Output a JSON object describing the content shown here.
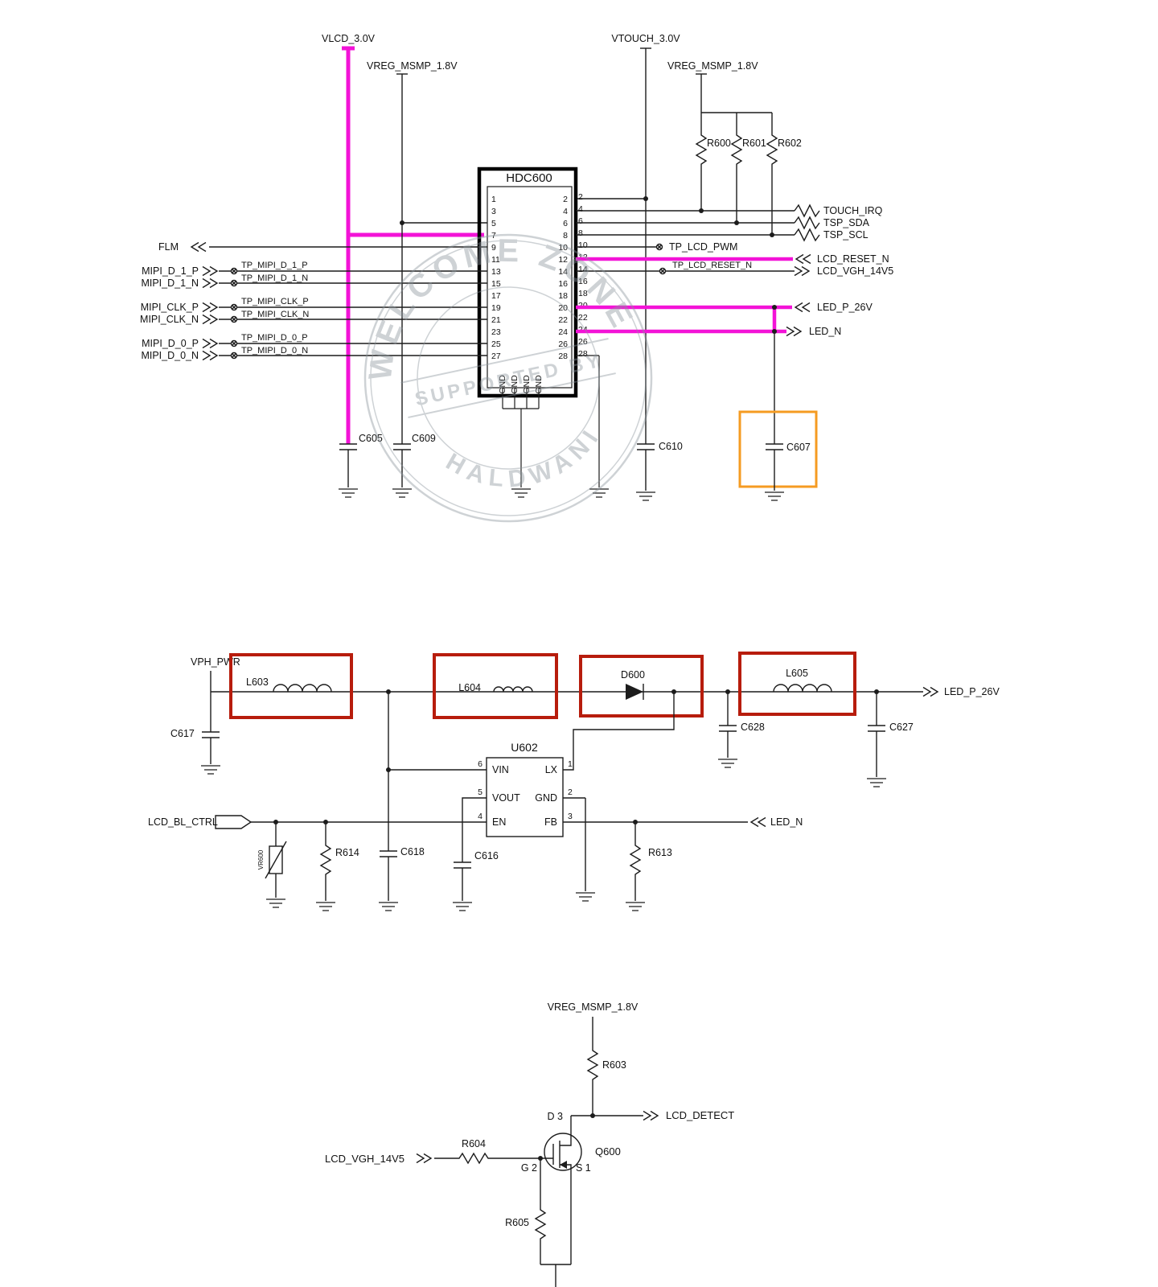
{
  "colors": {
    "wire": "#1c1c1c",
    "magenta_net": "#f313d7",
    "highlight_red_box": "#b71c0c",
    "highlight_orange_box": "#f59b22",
    "watermark_gray": "#8b959d"
  },
  "watermark": {
    "arc_top": "WELCOME ZONE",
    "banner": "SUPPORTED BY",
    "arc_bottom": "HALDWANI"
  },
  "top": {
    "rails": {
      "vlcd": "VLCD_3.0V",
      "vreg_left": "VREG_MSMP_1.8V",
      "vtouch": "VTOUCH_3.0V",
      "vreg_right": "VREG_MSMP_1.8V"
    },
    "pullups": {
      "r600": "R600",
      "r601": "R601",
      "r602": "R602"
    },
    "connector": {
      "name": "HDC600",
      "left_pins": [
        "1",
        "3",
        "5",
        "7",
        "9",
        "11",
        "13",
        "15",
        "17",
        "19",
        "21",
        "23",
        "25",
        "27"
      ],
      "right_pins": [
        "2",
        "4",
        "6",
        "8",
        "10",
        "12",
        "14",
        "16",
        "18",
        "20",
        "22",
        "24",
        "26",
        "28"
      ],
      "bottom_pins": [
        "GND",
        "GND",
        "GND",
        "GND"
      ]
    },
    "left": {
      "flm": "FLM",
      "mipi_d1_p": "MIPI_D_1_P",
      "mipi_d1_n": "MIPI_D_1_N",
      "tp_d1_p": "TP_MIPI_D_1_P",
      "tp_d1_n": "TP_MIPI_D_1_N",
      "mipi_clk_p": "MIPI_CLK_P",
      "mipi_clk_n": "MIPI_CLK_N",
      "tp_clk_p": "TP_MIPI_CLK_P",
      "tp_clk_n": "TP_MIPI_CLK_N",
      "mipi_d0_p": "MIPI_D_0_P",
      "mipi_d0_n": "MIPI_D_0_N",
      "tp_d0_p": "TP_MIPI_D_0_P",
      "tp_d0_n": "TP_MIPI_D_0_N"
    },
    "right": {
      "touch_irq": "TOUCH_IRQ",
      "tsp_sda": "TSP_SDA",
      "tsp_scl": "TSP_SCL",
      "tp_lcd_pwm": "TP_LCD_PWM",
      "lcd_reset_n": "LCD_RESET_N",
      "tp_lcd_reset_n": "TP_LCD_RESET_N",
      "lcd_vgh": "LCD_VGH_14V5",
      "led_p": "LED_P_26V",
      "led_n": "LED_N"
    },
    "caps": {
      "c605": "C605",
      "c609": "C609",
      "c610": "C610",
      "c607": "C607"
    }
  },
  "middle": {
    "vph_pwr": "VPH_PWR",
    "inductors": {
      "l603": "L603",
      "l604": "L604",
      "l605": "L605"
    },
    "diode": "D600",
    "caps": {
      "c617": "C617",
      "c628": "C628",
      "c627": "C627",
      "c618": "C618",
      "c616": "C616"
    },
    "u602": {
      "name": "U602",
      "pin_names": {
        "vin": "VIN",
        "vout": "VOUT",
        "en": "EN",
        "lx": "LX",
        "gnd": "GND",
        "fb": "FB"
      },
      "pin_nums": {
        "vin": "6",
        "vout": "5",
        "en": "4",
        "lx": "1",
        "gnd": "2",
        "fb": "3"
      }
    },
    "lcd_bl_ctrl": "LCD_BL_CTRL",
    "vr600": "VR600",
    "r614": "R614",
    "r613": "R613",
    "led_p": "LED_P_26V",
    "led_n": "LED_N"
  },
  "bottom": {
    "vreg": "VREG_MSMP_1.8V",
    "r603": "R603",
    "lcd_detect": "LCD_DETECT",
    "q600": "Q600",
    "drain": "D 3",
    "gate": "G 2",
    "source": "S 1",
    "r604": "R604",
    "r605": "R605",
    "lcd_vgh": "LCD_VGH_14V5"
  }
}
